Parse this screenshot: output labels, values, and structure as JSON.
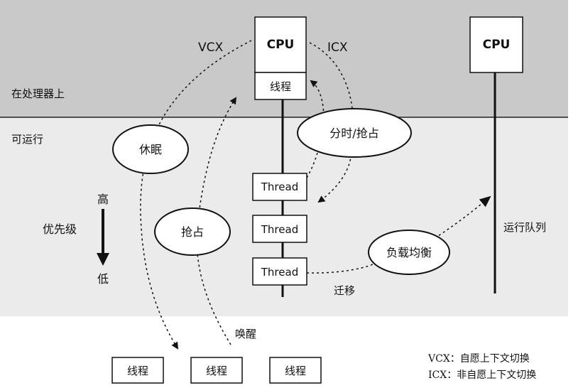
{
  "zones": {
    "on_processor": "在处理器上",
    "runnable": "可运行"
  },
  "cpu": {
    "left": {
      "label": "CPU",
      "thread": "线程"
    },
    "right": {
      "label": "CPU"
    }
  },
  "context_switch": {
    "voluntary": "VCX",
    "involuntary": "ICX"
  },
  "queue_threads": [
    "Thread",
    "Thread",
    "Thread"
  ],
  "ellipses": {
    "sleep": "休眠",
    "timeslice_preempt": "分时/抢占",
    "preempt": "抢占",
    "load_balance": "负载均衡"
  },
  "priority": {
    "high": "高",
    "label": "优先级",
    "low": "低"
  },
  "labels": {
    "run_queue": "运行队列",
    "migrate": "迁移",
    "wakeup": "唤醒"
  },
  "sleeping_threads": [
    "线程",
    "线程",
    "线程"
  ],
  "legend": {
    "vcx": "VCX：自愿上下文切换",
    "icx": "ICX：非自愿上下文切换"
  }
}
